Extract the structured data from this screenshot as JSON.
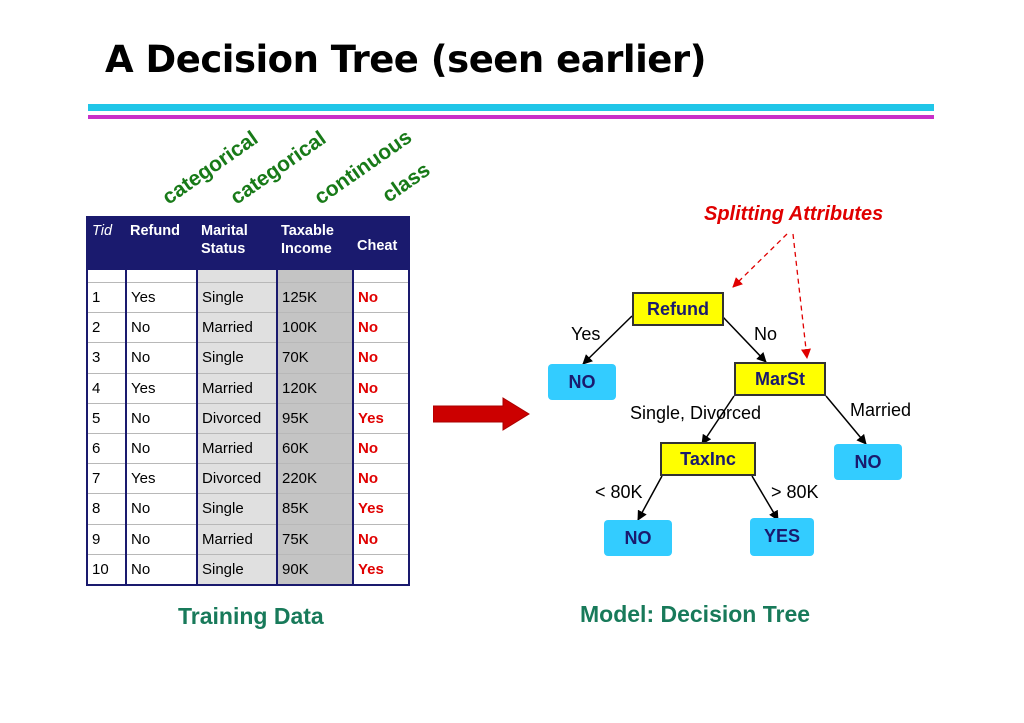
{
  "slide": {
    "title": "A Decision Tree (seen earlier)"
  },
  "column_types": [
    "categorical",
    "categorical",
    "continuous",
    "class"
  ],
  "training": {
    "headers": [
      "Tid",
      "Refund",
      "Marital Status",
      "Taxable Income",
      "Cheat"
    ],
    "rows": [
      [
        "1",
        "Yes",
        "Single",
        "125K",
        "No"
      ],
      [
        "2",
        "No",
        "Married",
        "100K",
        "No"
      ],
      [
        "3",
        "No",
        "Single",
        "70K",
        "No"
      ],
      [
        "4",
        "Yes",
        "Married",
        "120K",
        "No"
      ],
      [
        "5",
        "No",
        "Divorced",
        "95K",
        "Yes"
      ],
      [
        "6",
        "No",
        "Married",
        "60K",
        "No"
      ],
      [
        "7",
        "Yes",
        "Divorced",
        "220K",
        "No"
      ],
      [
        "8",
        "No",
        "Single",
        "85K",
        "Yes"
      ],
      [
        "9",
        "No",
        "Married",
        "75K",
        "No"
      ],
      [
        "10",
        "No",
        "Single",
        "90K",
        "Yes"
      ]
    ],
    "caption": "Training Data"
  },
  "tree": {
    "annotation": "Splitting Attributes",
    "nodes": {
      "refund": "Refund",
      "marst": "MarSt",
      "taxinc": "TaxInc",
      "leaf_refund_yes": "NO",
      "leaf_married": "NO",
      "leaf_low_income": "NO",
      "leaf_high_income": "YES"
    },
    "edges": {
      "refund_yes": "Yes",
      "refund_no": "No",
      "marst_single_divorced": "Single, Divorced",
      "marst_married": "Married",
      "taxinc_low": "< 80K",
      "taxinc_high": "> 80K"
    },
    "caption": "Model:  Decision Tree"
  },
  "colors": {
    "title_rule_top": "#20c6e8",
    "title_rule_bottom": "#c830c8",
    "header_navy": "#1a1a6e",
    "class_red": "#e00000",
    "caption_green": "#187a5a",
    "rotated_label_green": "#187a18",
    "node_yellow": "#ffff00",
    "leaf_cyan": "#33ccff",
    "arrow_red": "#cc0000"
  }
}
